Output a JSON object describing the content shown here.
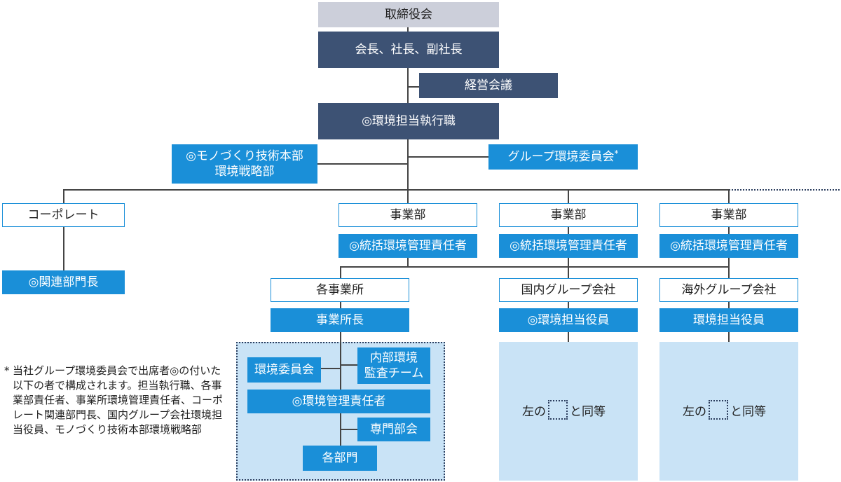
{
  "colors": {
    "gray": "#cccfda",
    "navy": "#3d5274",
    "blue": "#1a8fd8",
    "light_panel": "#c9e3f6"
  },
  "board": "取締役会",
  "executives": "会長、社長、副社長",
  "management_meeting": "経営会議",
  "env_officer": "◎環境担当執行職",
  "monozukuri": {
    "line1": "◎モノづくり技術本部",
    "line2": "環境戦略部"
  },
  "group_committee": {
    "label": "グループ環境委員会",
    "mark": "*"
  },
  "corporate": "コーポレート",
  "related_heads": "◎関連部門長",
  "divisions": [
    {
      "title": "事業部",
      "manager": "◎統括環境管理責任者"
    },
    {
      "title": "事業部",
      "manager": "◎統括環境管理責任者"
    },
    {
      "title": "事業部",
      "manager": "◎統括環境管理責任者"
    }
  ],
  "offices": {
    "title": "各事業所",
    "head": "事業所長",
    "env_committee": "環境委員会",
    "audit_team": {
      "line1": "内部環境",
      "line2": "監査チーム"
    },
    "env_manager": "◎環境管理責任者",
    "expert_committee": "専門部会",
    "departments": "各部門"
  },
  "domestic": {
    "title": "国内グループ会社",
    "officer": "◎環境担当役員",
    "same_left": "左の",
    "same_right": "と同等"
  },
  "overseas": {
    "title": "海外グループ会社",
    "officer": "環境担当役員",
    "same_left": "左の",
    "same_right": "と同等"
  },
  "footnote": {
    "mark": "*",
    "text": "当社グループ環境委員会で出席者◎の付いた以下の者で構成されます。担当執行職、各事業部責任者、事業所環境管理責任者、コーポレート関連部門長、国内グループ会社環境担当役員、モノづくり技術本部環境戦略部"
  }
}
